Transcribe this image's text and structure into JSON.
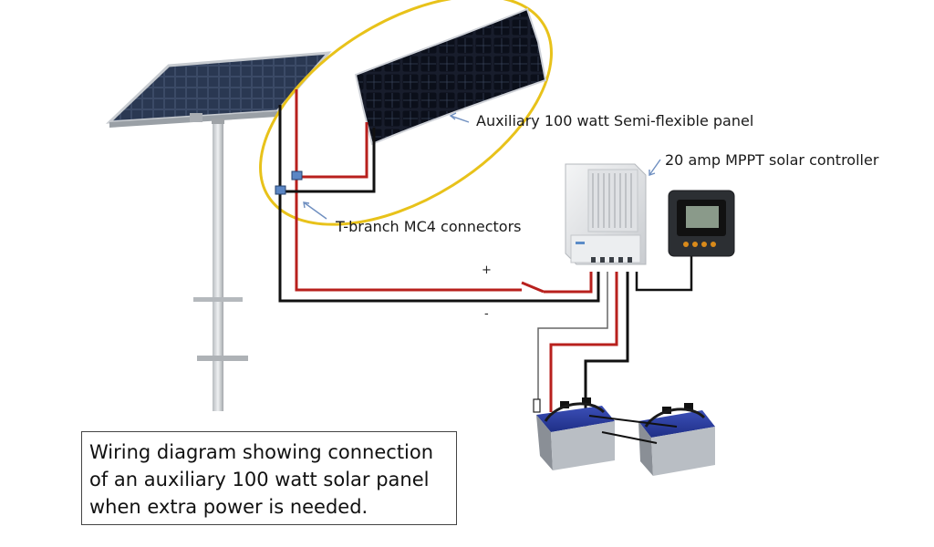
{
  "labels": {
    "aux_panel": "Auxiliary 100 watt Semi-flexible panel",
    "controller": "20 amp MPPT solar controller",
    "connectors": "T-branch MC4 connectors",
    "plus": "+",
    "minus": "-"
  },
  "caption": {
    "line1": "Wiring diagram showing connection",
    "line2": "of an auxiliary 100 watt solar panel",
    "line3": "when extra power is needed."
  },
  "colors": {
    "positive_wire": "#b8201d",
    "negative_wire": "#111111",
    "highlight_ellipse": "#e8c21a",
    "pointer_arrow": "#6f8fc0",
    "connector_block": "#5b86c4",
    "battery_blue": "#2d3f9c"
  },
  "icons": [
    "rigid-solar-panel-icon",
    "semi-flexible-panel-icon",
    "mppt-controller-icon",
    "remote-display-meter-icon",
    "battery-icon",
    "fuse-icon",
    "mc4-connector-icon"
  ]
}
